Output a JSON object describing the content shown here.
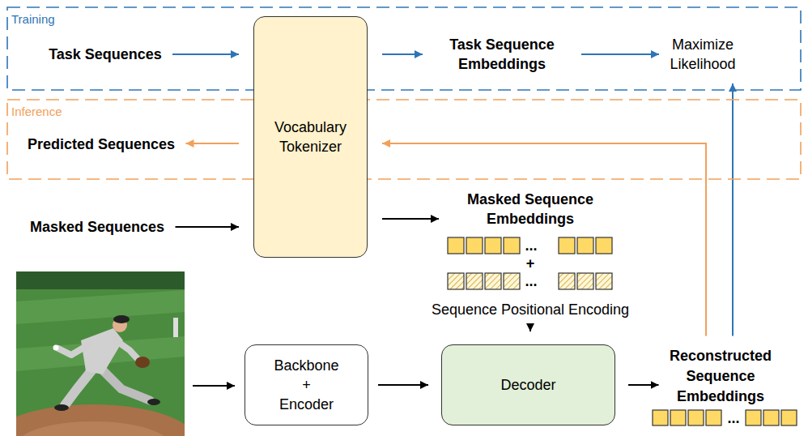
{
  "diagram": {
    "nodes": [
      {
        "text": [
          "Training"
        ]
      },
      {
        "text": [
          "Task Sequences"
        ],
        "in": 0
      },
      {
        "text": [
          "Task Sequence Embeddings"
        ],
        "in": 0
      },
      {
        "text": [
          "Maximize Likelihood"
        ],
        "in": 0
      },
      {
        "text": [
          "Inference"
        ]
      },
      {
        "text": [
          "Predicted Sequences"
        ],
        "in": 4
      },
      {
        "text": [
          "Vocabulary Tokenizer"
        ]
      },
      {
        "text": [
          "Masked Sequences"
        ]
      },
      {
        "text": [
          "Masked Sequence Embeddings"
        ]
      },
      {
        "text": [
          "Sequence Positional Encoding"
        ]
      },
      {
        "text": [
          "Backbone + Encoder"
        ]
      },
      {
        "text": [
          "Decoder"
        ]
      },
      {
        "text": [
          "Reconstructed Sequence Embeddings"
        ]
      }
    ],
    "edges": [
      {
        "from": 1,
        "to": 6,
        "arrow": "to"
      },
      {
        "from": 6,
        "to": 2,
        "arrow": "to"
      },
      {
        "from": 2,
        "to": 3,
        "arrow": "to"
      },
      {
        "from": 12,
        "to": 3,
        "arrow": "to"
      },
      {
        "from": 12,
        "to": 6,
        "arrow": "to"
      },
      {
        "from": 6,
        "to": 5,
        "arrow": "to"
      },
      {
        "from": 7,
        "to": 6,
        "arrow": "to"
      },
      {
        "from": 6,
        "to": 8,
        "arrow": "to"
      },
      {
        "from": 9,
        "to": 11,
        "arrow": "to"
      },
      {
        "from": 10,
        "to": 11,
        "arrow": "to"
      },
      {
        "from": 11,
        "to": 12,
        "arrow": "to"
      }
    ],
    "labels": [
      "...",
      "+",
      "...",
      "..."
    ]
  }
}
